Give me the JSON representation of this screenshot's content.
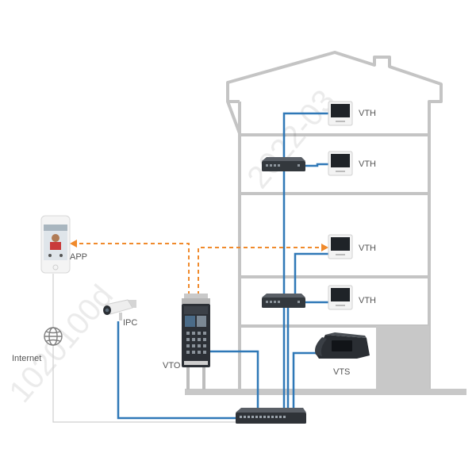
{
  "labels": {
    "vth_1": "VTH",
    "vth_2": "VTH",
    "vth_3": "VTH",
    "vth_4": "VTH",
    "app": "APP",
    "ipc": "IPC",
    "internet": "Internet",
    "vto": "VTO",
    "vts": "VTS"
  },
  "colors": {
    "network_cable": "#2f78b7",
    "app_link": "#f08a2c",
    "building_outline": "#c4c4c4",
    "internet_line": "#cfcfcf",
    "switch_body": "#3a3f45"
  },
  "icons": {
    "app_phone": "smartphone-icon",
    "globe": "globe-icon",
    "camera": "bullet-camera-icon",
    "door_station": "door-station-icon",
    "desk_station": "desk-phone-icon",
    "monitor": "indoor-monitor-icon",
    "switch": "network-switch-icon"
  }
}
